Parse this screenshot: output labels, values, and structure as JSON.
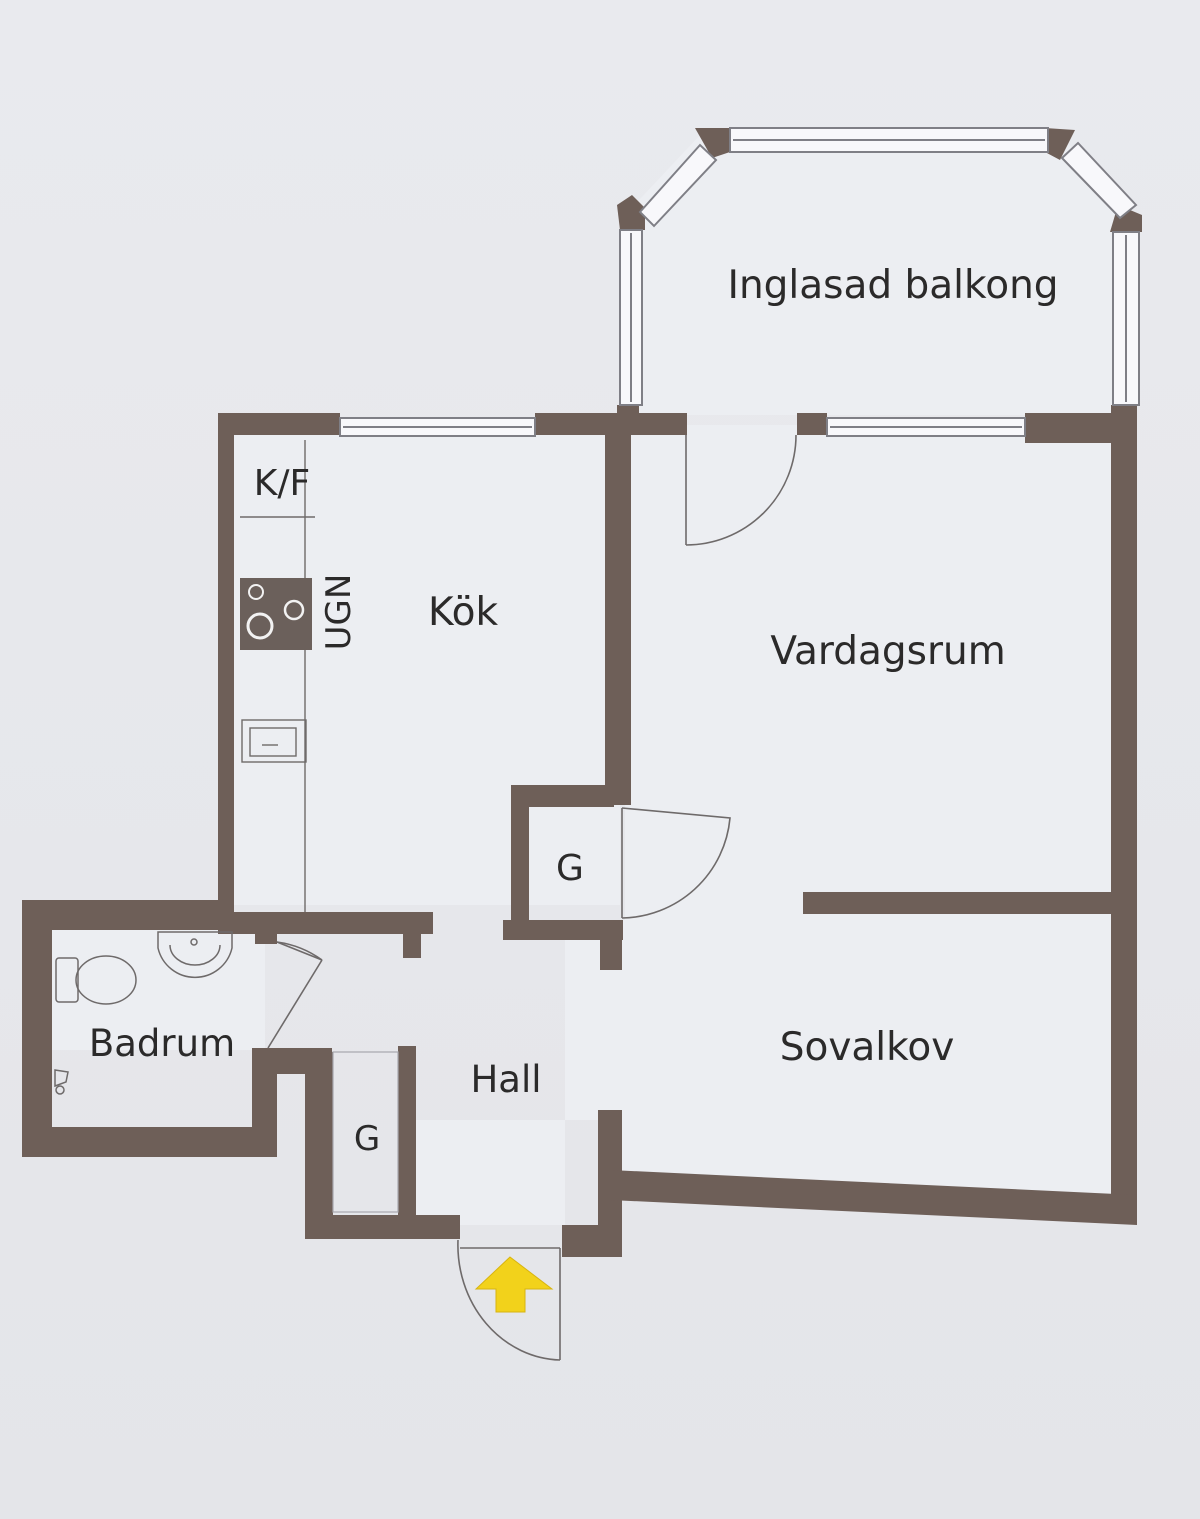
{
  "rooms": {
    "balcony": "Inglasad balkong",
    "kitchen": "Kök",
    "living": "Vardagsrum",
    "bedroom": "Sovalkov",
    "bathroom": "Badrum",
    "hall": "Hall",
    "closet_kitchen": "G",
    "closet_hall": "G"
  },
  "fixtures": {
    "fridge_freezer": "K/F",
    "oven": "UGN"
  },
  "colors": {
    "wall": "#6e5f58",
    "window_frame": "#7f7f86",
    "floor": "#eceef2",
    "entrance_arrow": "#f2d21b",
    "text": "#2b2a2a"
  }
}
